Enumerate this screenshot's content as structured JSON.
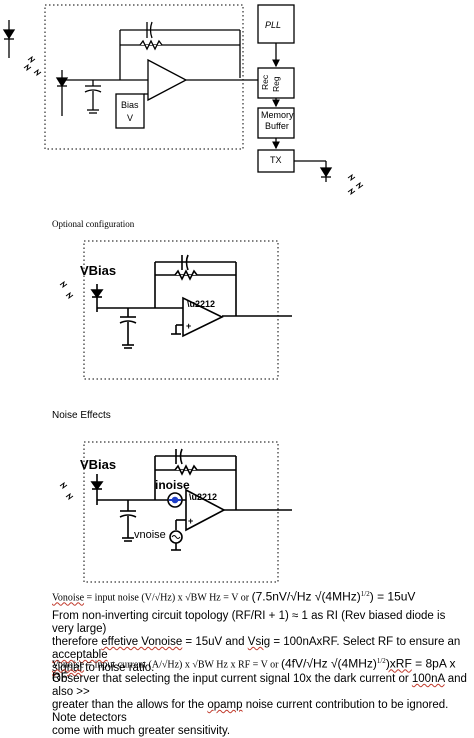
{
  "diagram1": {
    "pll": "PLL",
    "rec_reg_1": "Rec",
    "rec_reg_2": "Reg",
    "memory_buffer_1": "Memory",
    "memory_buffer_2": "Buffer",
    "tx": "TX",
    "bias_v_1": "Bias",
    "bias_v_2": "V"
  },
  "optional_config_label": "Optional configuration",
  "diagram2": {
    "vbias": "VBias"
  },
  "noise_effects_label": "Noise Effects",
  "diagram3": {
    "vbias": "VBias",
    "inoise": "inoise",
    "vnoise": "vnoise"
  },
  "paragraphs": {
    "eq1_a": "Vonoise",
    "eq1_b": " = input noise (V/√Hz) x √BW Hz = V or ",
    "eq1_c": "(7.5nV/√Hz √(4MHz)",
    "eq1_d": "1/2",
    "eq1_e": ") = 15uV",
    "p1_line1": "From non-inverting circuit topology (RF/RI + 1) ≈ 1 as RI (Rev biased diode is very large)",
    "p1_line2_a": "therefore ",
    "p1_line2_b": "effetive Vonoise",
    "p1_line2_c": " = 15uV and ",
    "p1_line2_d": "Vsig",
    "p1_line2_e": " = 100nAxRF. Select RF to ensure an ",
    "p1_line2_f": "acceptable",
    "p1_line3": "signal",
    "p1_line3_b": " to noise ratio.",
    "eq2_a": "Vonoise",
    "eq2_b": " = input current (A/√Hz) x √BW Hz x RF = V or ",
    "eq2_c": "(4fV/√Hz √(4MHz)",
    "eq2_d": "1/2",
    "eq2_e": ")xRF",
    "eq2_f": " = 8pA x RF",
    "p2_line1": "Observer that selecting the input current signal 10x the dark current or ",
    "p2_line1_b": "100nA",
    "p2_line1_c": " and also >>",
    "p2_line2_a": "greater than the allows for the ",
    "p2_line2_b": "opamp",
    "p2_line2_c": " noise current contribution to be ignored. Note detectors",
    "p2_line3": "come with much greater sensitivity."
  }
}
